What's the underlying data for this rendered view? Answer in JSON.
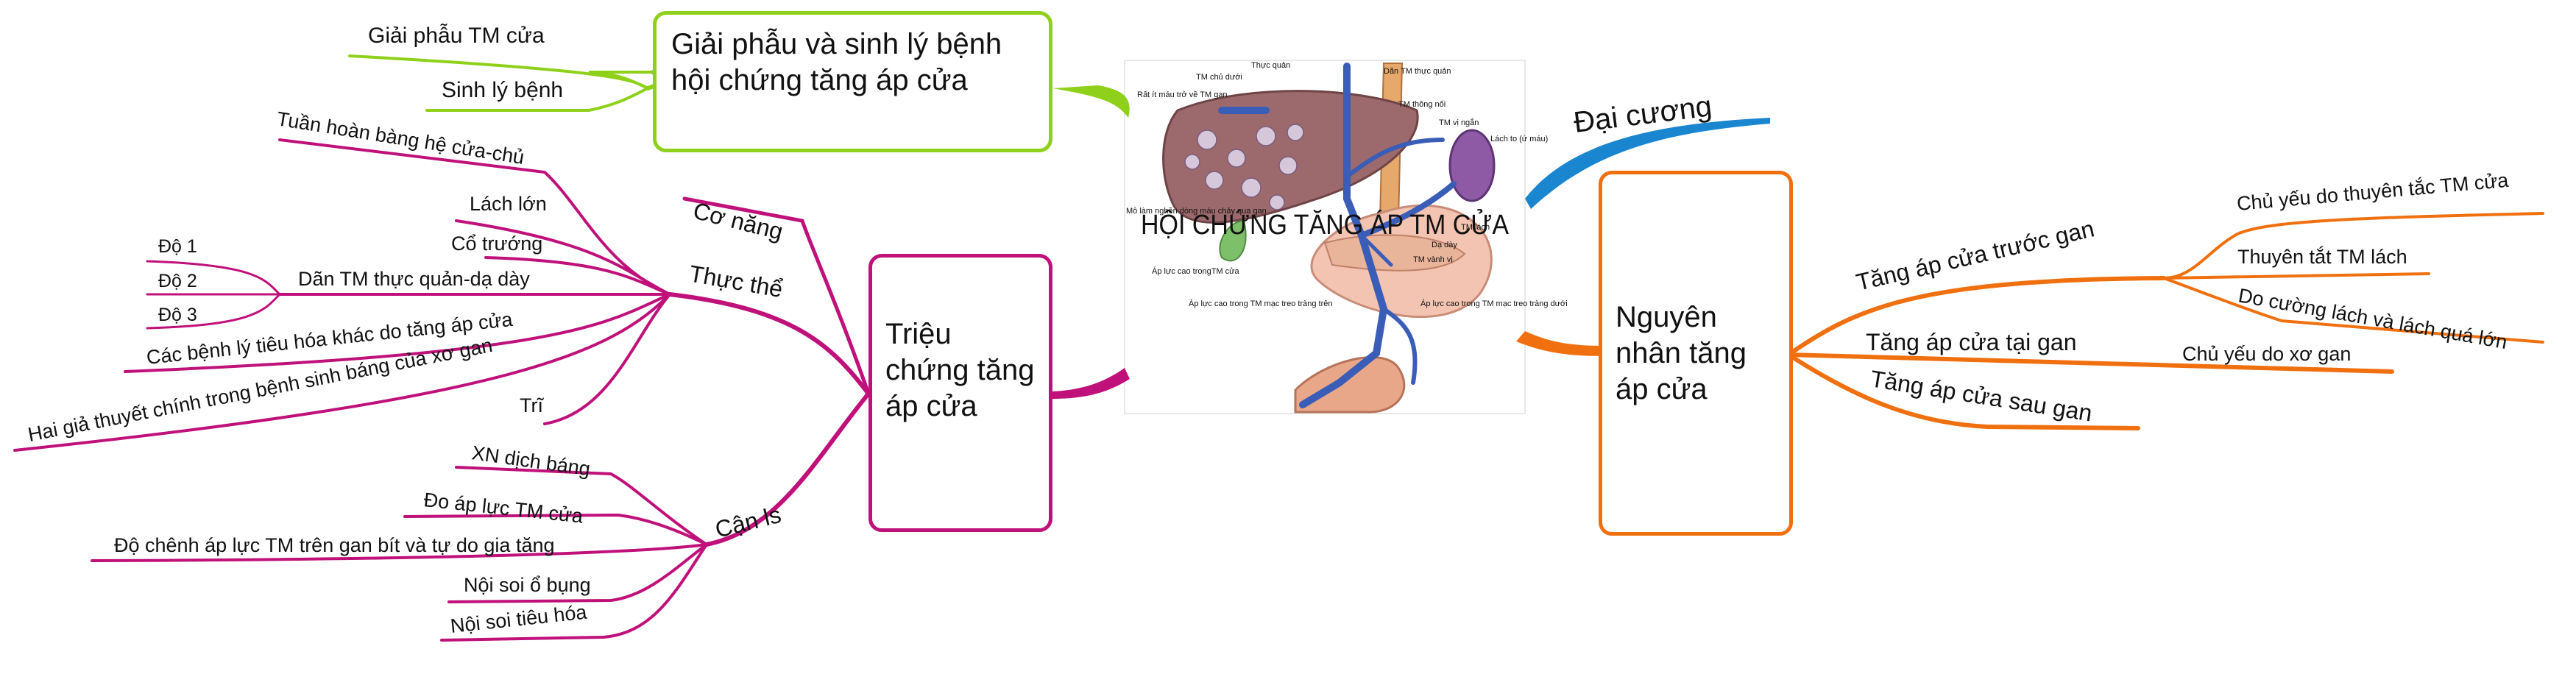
{
  "center": {
    "title": "HỘI CHỨNG TĂNG ÁP TM CỬA"
  },
  "image_labels": {
    "thuc_quan": "Thực quản",
    "dan_tm_thuc_quan": "Dãn TM thực quản",
    "tm_chu_duoi": "TM chủ dưới",
    "rat_it_mau": "Rất ít máu trở về TM gan",
    "tm_thong_noi": "TM thông nối",
    "tm_vi_ngan": "TM vị ngắn",
    "lach_to": "Lách to (ứ máu)",
    "mo_lam": "Mô làm nghẽn dòng máu chảy qua gan",
    "tm_lach": "TM lách",
    "da_day": "Dạ dày",
    "tm_vanh_vi": "TM vành vị",
    "ap_luc_cao_trong_tm_cua": "Áp lực cao trongTM cửa",
    "ap_luc_cao_trong_tm_mac_treo_trang_tren": "Áp lực cao trong TM mạc treo tràng trên",
    "ap_luc_cao_trong_tm_mac_treo_trang_duoi": "Áp lực cao trong TM mạc treo tràng dưới"
  },
  "branches": {
    "giai_phau": {
      "title": "Giải phẫu và sinh lý bệnh hội chứng tăng áp cửa",
      "color": "#8fd01a",
      "children": [
        "Giải phẫu TM cửa",
        "Sinh lý bệnh"
      ]
    },
    "dai_cuong": {
      "title": "Đại cương",
      "color": "#1a86d0"
    },
    "nguyen_nhan": {
      "title": "Nguyên nhân tăng áp cửa",
      "color": "#f07010",
      "truoc_gan": {
        "label": "Tăng áp cửa trước gan",
        "children": [
          "Chủ yếu do thuyên tắc TM cửa",
          "Thuyên tắt TM lách",
          "Do cường lách và lách quá lớn"
        ]
      },
      "tai_gan": {
        "label": "Tăng áp cửa tại gan",
        "children": [
          "Chủ yếu do xơ gan"
        ]
      },
      "sau_gan": {
        "label": "Tăng áp cửa sau gan"
      }
    },
    "trieu_chung": {
      "title": "Triệu chứng tăng áp cửa",
      "color": "#c0107a",
      "co_nang": "Cơ năng",
      "thuc_the": {
        "label": "Thực thể",
        "children": [
          "Tuần hoàn bàng hệ cửa-chủ",
          "Lách lớn",
          "Cổ trướng",
          "Dãn TM thực quản-dạ dày",
          "Các bệnh lý tiêu hóa khác do tăng áp cửa",
          "Hai giả thuyết chính trong bệnh sinh báng của xơ gan",
          "Trĩ"
        ],
        "dan_tm_levels": [
          "Độ 1",
          "Độ 2",
          "Độ 3"
        ]
      },
      "can_ls": {
        "label": "Cận ls",
        "children": [
          "XN dịch báng",
          "Đo áp lực TM cửa",
          "Độ chênh áp lực TM trên gan bít và tự do gia tăng",
          "Nội soi ổ bụng",
          "Nội soi tiêu hóa"
        ]
      }
    }
  }
}
